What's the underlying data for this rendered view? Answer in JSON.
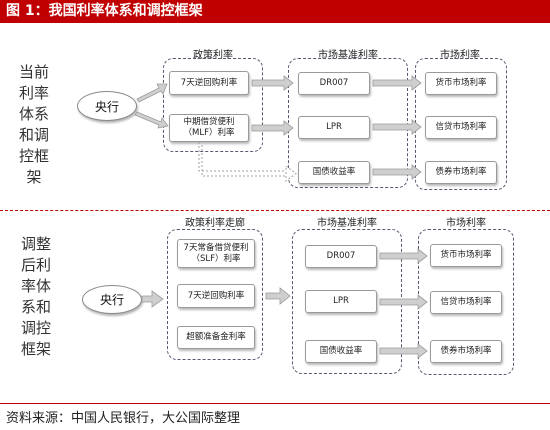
{
  "header": {
    "title": "图 1：我国利率体系和调控框架"
  },
  "top": {
    "side_label": "当前\n利率\n体系\n和调\n控框\n架",
    "center": "央行",
    "col_policy": "政策利率",
    "col_benchmark": "市场基准利率",
    "col_market": "市场利率",
    "policy_items": [
      "7天逆回购利率",
      "中期借贷便利\n（MLF）利率"
    ],
    "benchmark_items": [
      "DR007",
      "LPR",
      "国债收益率"
    ],
    "market_items": [
      "货币市场利率",
      "信贷市场利率",
      "债券市场利率"
    ]
  },
  "bottom": {
    "side_label": "调整\n后利\n率体\n系和\n调控\n框架",
    "center": "央行",
    "col_policy": "政策利率走廊",
    "col_benchmark": "市场基准利率",
    "col_market": "市场利率",
    "policy_items": [
      "7天常备借贷便利\n（SLF）利率",
      "7天逆回购利率",
      "超额准备金利率"
    ],
    "benchmark_items": [
      "DR007",
      "LPR",
      "国债收益率"
    ],
    "market_items": [
      "货币市场利率",
      "信贷市场利率",
      "债券市场利率"
    ]
  },
  "footer": {
    "source": "资料来源：中国人民银行，大公国际整理"
  },
  "colors": {
    "brand": "#c00000",
    "arrow_fill": "#cfcfcf",
    "arrow_stroke": "#9a9a9a",
    "group_border": "#555a70"
  }
}
